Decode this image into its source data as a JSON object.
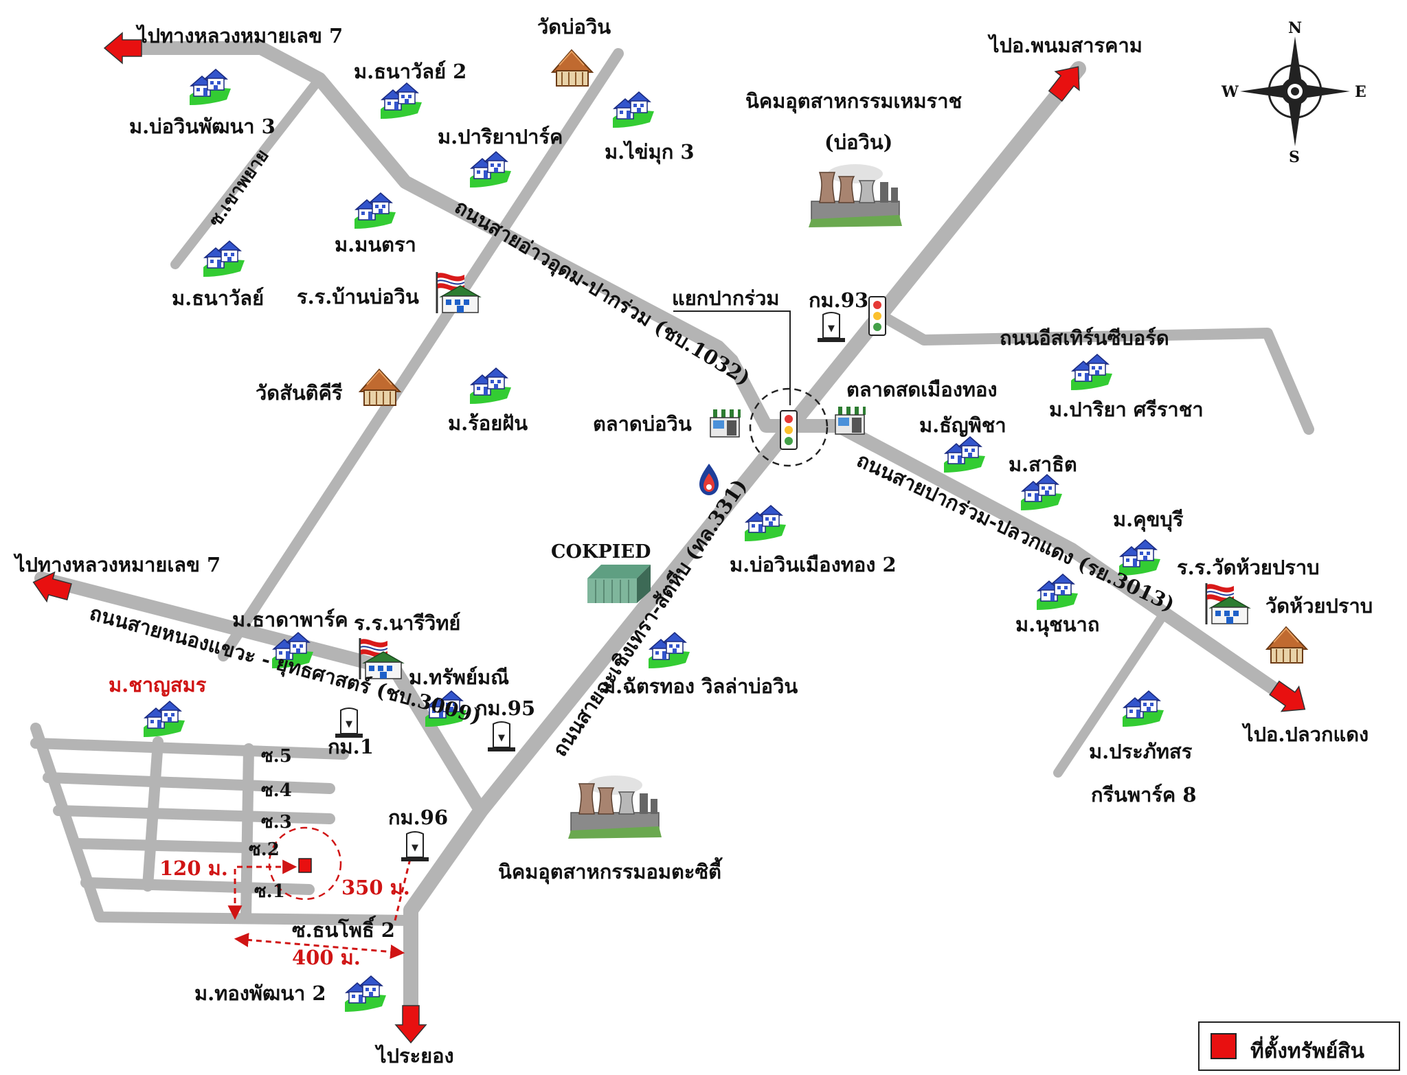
{
  "map": {
    "compass": {
      "n": "N",
      "s": "S",
      "e": "E",
      "w": "W"
    },
    "destinations": {
      "hwy7_top": "ไปทางหลวงหมายเลข 7",
      "hwy7_left": "ไปทางหลวงหมายเลข 7",
      "phanom": "ไปอ.พนมสารคาม",
      "pluak": "ไปอ.ปลวกแดง",
      "rayong": "ไประยอง"
    },
    "roads": {
      "road_1032": "ถนนสายอ่าวอุดม-ปากร่วม (ชบ.1032)",
      "road_331": "ถนนสายฉะเชิงเทรา-สัตหีบ (ทล.331)",
      "road_3009": "ถนนสายหนองแขวะ - ยุทธศาสตร์ (ชบ.3009)",
      "road_3013": "ถนนสายปากร่วม-ปลวกแดง (รย.3013)",
      "eastern_seaboard": "ถนนอีสเทิร์นซีบอร์ด",
      "soi_khaophai": "ซ.เขาพยาย"
    },
    "places": {
      "wat_bowin": "วัดบ่อวิน",
      "ban_thanawan2": "ม.ธนาวัลย์ 2",
      "bowin_phatthana3": "ม.บ่อวินพัฒนา 3",
      "preeya_park": "ม.ปาริยาปาร์ค",
      "khaimuk3": "ม.ไข่มุก 3",
      "hemaraj_estate": "นิคมอุตสาหกรรมเหมราช",
      "hemaraj_sub": "(บ่อวิน)",
      "montra": "ม.มนตรา",
      "thanawan": "ม.ธนาวัลย์",
      "school_bowin": "ร.ร.บ้านบ่อวิน",
      "junction": "แยกปากร่วม",
      "km93": "กม.93",
      "wat_santikiri": "วัดสันติคีรี",
      "roifan": "ม.ร้อยฝัน",
      "market_bowin": "ตลาดบ่อวิน",
      "market_muangthong": "ตลาดสดเมืองทอง",
      "thanyapicha": "ม.ธัญพิชา",
      "preeya_sriracha": "ม.ปาริยา ศรีราชา",
      "sathit": "ม.สาธิต",
      "khukhaburi": "ม.คุขบุรี",
      "school_huaiprap": "ร.ร.วัดห้วยปราบ",
      "wat_huaiprap": "วัดห้วยปราบ",
      "cokpied": "COKPIED",
      "bowin_muangthong2": "ม.บ่อวินเมืองทอง 2",
      "nuchanat": "ม.นุชนาถ",
      "thada_park": "ม.ธาดาพาร์ค",
      "school_nari": "ร.ร.นารีวิทย์",
      "chatthong": "ม.ฉัตรทอง วิลล่าบ่อวิน",
      "sapmanee": "ม.ทรัพย์มณี",
      "km95": "กม.95",
      "chansamon": "ม.ชาญสมร",
      "km1": "กม.1",
      "km96": "กม.96",
      "amata": "นิคมอุตสาหกรรมอมตะซิตี้",
      "prapatsorn": "ม.ประภัทสร",
      "prapatsorn_sub": "กรีนพาร์ค 8",
      "thongphatthana2": "ม.ทองพัฒนา 2",
      "soi_thanphochi2": "ซ.ธนโพธิ์ 2",
      "soi5": "ซ.5",
      "soi4": "ซ.4",
      "soi3": "ซ.3",
      "soi2": "ซ.2",
      "soi1": "ซ.1"
    },
    "distances": {
      "d120": "120 ม.",
      "d350": "350 ม.",
      "d400": "400 ม."
    },
    "legend": {
      "label": "ที่ตั้งทรัพย์สิน",
      "color": "#e81010"
    },
    "colors": {
      "road": "#b4b4b4",
      "arrow": "#e81010",
      "distance": "#d01414",
      "grass": "#33cc33"
    }
  }
}
